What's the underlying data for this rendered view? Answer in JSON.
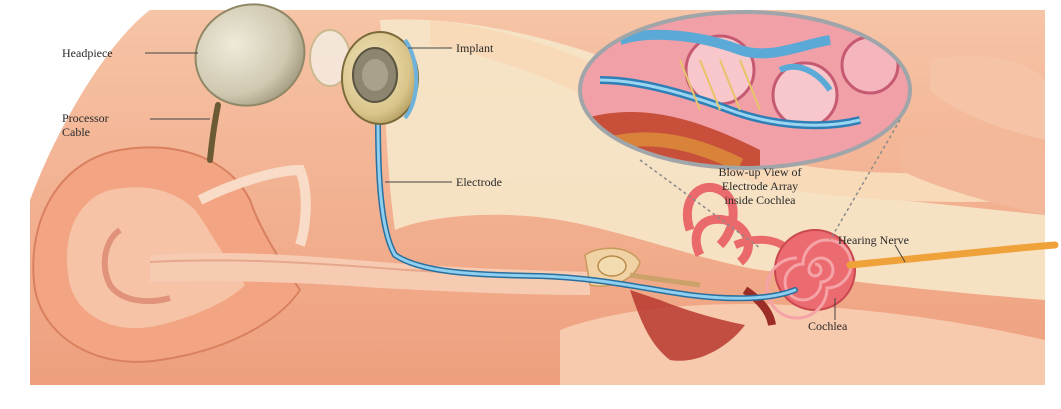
{
  "labels": {
    "headpiece": "Headpiece",
    "processor_cable_line1": "Processor",
    "processor_cable_line2": "Cable",
    "implant": "Implant",
    "electrode": "Electrode",
    "blowup_line1": "Blow-up View of",
    "blowup_line2": "Electrode Array",
    "blowup_line3": "inside Cochlea",
    "hearing_nerve": "Hearing Nerve",
    "cochlea": "Cochlea"
  },
  "colors": {
    "skin": "#f3b08f",
    "skin_light": "#f7c9ad",
    "tissue_pink": "#f2a7a0",
    "bone_cream": "#f6e7c9",
    "electrode_blue": "#5aa9d6",
    "nerve_orange": "#f0a23a",
    "cochlea_red": "#e8595e",
    "headpiece_grey": "#cfc9b1"
  }
}
